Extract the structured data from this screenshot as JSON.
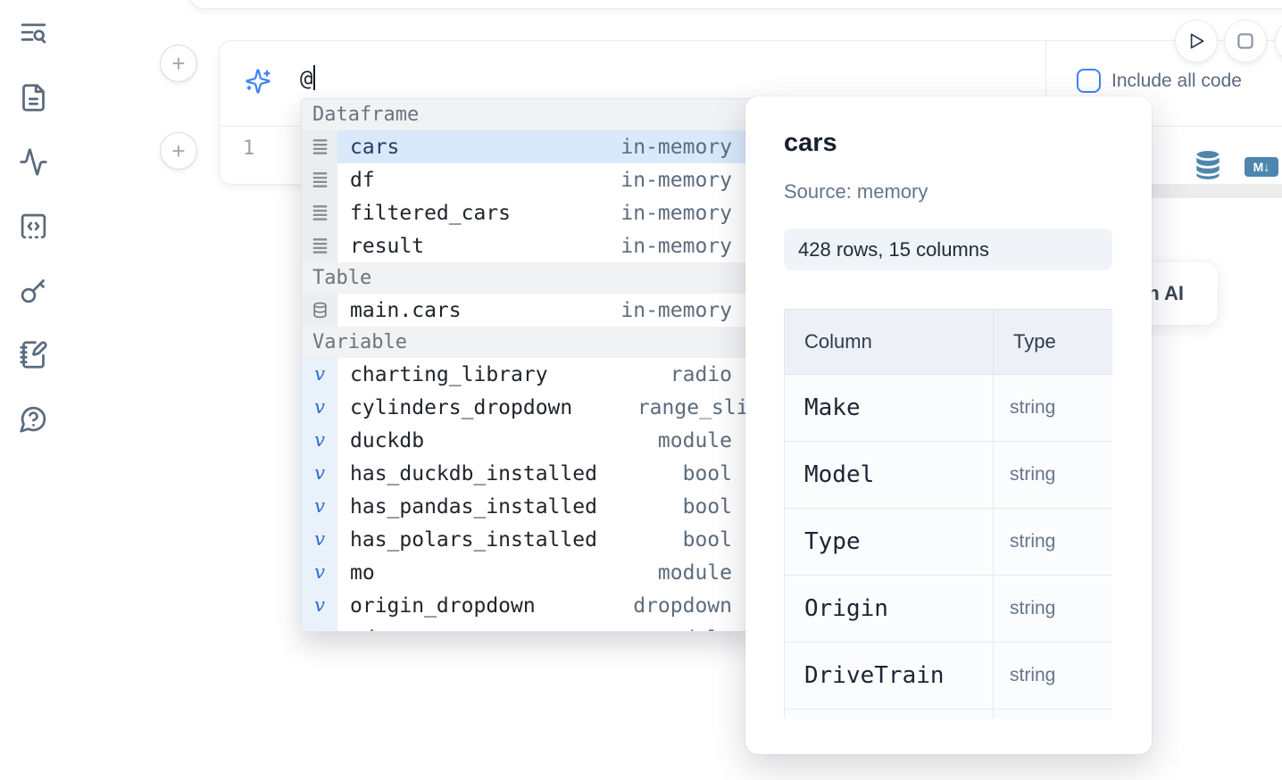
{
  "sidebar": {
    "items": [
      {
        "icon": "text-search-icon"
      },
      {
        "icon": "file-document-icon"
      },
      {
        "icon": "activity-icon"
      },
      {
        "icon": "code-snippet-icon"
      },
      {
        "icon": "key-icon"
      },
      {
        "icon": "notebook-pen-icon"
      },
      {
        "icon": "help-bubble-icon"
      }
    ]
  },
  "toolbar": {
    "add_cell_glyph": "+",
    "markdown_badge": "M↓"
  },
  "cell": {
    "prompt": {
      "value": "@",
      "include_all_code_label": "Include all code"
    },
    "editor": {
      "line_number": "1"
    }
  },
  "autocomplete": {
    "sections": [
      {
        "label": "Dataframe",
        "items": [
          {
            "name": "cars",
            "detail": "in-memory",
            "icon": "dataframe-icon",
            "selected": true
          },
          {
            "name": "df",
            "detail": "in-memory",
            "icon": "dataframe-icon"
          },
          {
            "name": "filtered_cars",
            "detail": "in-memory",
            "icon": "dataframe-icon"
          },
          {
            "name": "result",
            "detail": "in-memory",
            "icon": "dataframe-icon"
          }
        ]
      },
      {
        "label": "Table",
        "items": [
          {
            "name": "main.cars",
            "detail": "in-memory",
            "icon": "database-icon"
          }
        ]
      },
      {
        "label": "Variable",
        "items": [
          {
            "name": "charting_library",
            "detail": "radio",
            "icon": "variable-icon"
          },
          {
            "name": "cylinders_dropdown",
            "detail": "range_slider",
            "icon": "variable-icon",
            "overflow": true
          },
          {
            "name": "duckdb",
            "detail": "module",
            "icon": "variable-icon"
          },
          {
            "name": "has_duckdb_installed",
            "detail": "bool",
            "icon": "variable-icon"
          },
          {
            "name": "has_pandas_installed",
            "detail": "bool",
            "icon": "variable-icon"
          },
          {
            "name": "has_polars_installed",
            "detail": "bool",
            "icon": "variable-icon"
          },
          {
            "name": "mo",
            "detail": "module",
            "icon": "variable-icon"
          },
          {
            "name": "origin_dropdown",
            "detail": "dropdown",
            "icon": "variable-icon"
          },
          {
            "name": "pd",
            "detail": "module",
            "icon": "variable-icon",
            "partial": true
          }
        ]
      }
    ]
  },
  "preview": {
    "title": "cars",
    "source_label": "Source: memory",
    "shape_label": "428 rows, 15 columns",
    "table": {
      "headers": [
        "Column",
        "Type"
      ],
      "rows": [
        [
          "Make",
          "string"
        ],
        [
          "Model",
          "string"
        ],
        [
          "Type",
          "string"
        ],
        [
          "Origin",
          "string"
        ],
        [
          "DriveTrain",
          "string"
        ],
        [
          "",
          ""
        ]
      ]
    }
  },
  "generate_ai": {
    "label": "Generate with AI"
  },
  "colors": {
    "accent_blue": "#3f82f6",
    "steel_blue": "#4e86ad",
    "highlight_row": "#d9e9fb"
  }
}
